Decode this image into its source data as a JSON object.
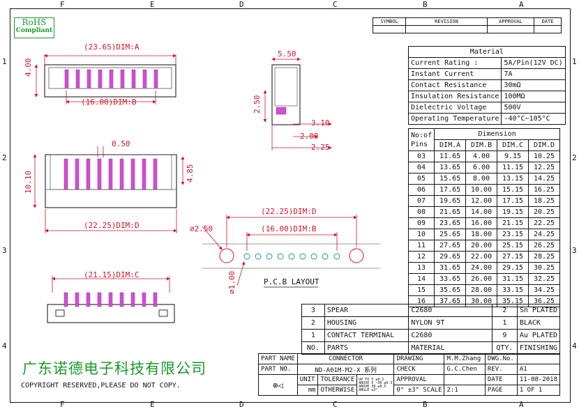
{
  "zones_top": [
    "F",
    "E",
    "D",
    "C",
    "B",
    "A"
  ],
  "zones_side": [
    "1",
    "2",
    "3",
    "4"
  ],
  "rohs": {
    "line1": "RoHS",
    "line2": "Compliant"
  },
  "revision_header": [
    "SYMBOL",
    "REVISION",
    "APPROVAL",
    "DATE"
  ],
  "dims": {
    "top_a": "(23.65)DIM:A",
    "top_b": "(16.00)DIM:B",
    "top_h": "4.00",
    "side_w": "5.50",
    "side_h": "2.50",
    "side_3": "3.10",
    "side_4": "2.00",
    "side_5": "2.25",
    "front_pin": "0.50",
    "front_h": "10.10",
    "front_r": "4.85",
    "front_d": "(22.25)DIM:D",
    "pcb_d": "(22.25)DIM:D",
    "pcb_b": "(16.00)DIM:B",
    "pcb_hole_big": "2.50",
    "pcb_hole_small": "1.00",
    "bottom_c": "(21.15)DIM:C",
    "pcb_layout": "P.C.B LAYOUT"
  },
  "material": {
    "title": "Material",
    "rows": [
      [
        "Current Rating  :",
        "5A/Pin(12V DC)"
      ],
      [
        "Instant Current",
        "7A"
      ],
      [
        "Contact Resistance",
        "30mΩ"
      ],
      [
        "Insulation Resistance",
        "100MΩ"
      ],
      [
        "Dielectric  Voltage",
        "500V"
      ],
      [
        "Operating Temperature",
        "-40°C~105°C"
      ]
    ]
  },
  "dimension": {
    "corner1": "No:of",
    "corner2": "Pins",
    "title": "Dimension",
    "cols": [
      "DIM.A",
      "DIM.B",
      "DIM.C",
      "DIM.D"
    ],
    "rows": [
      [
        "03",
        "11.65",
        "4.00",
        "9.15",
        "10.25"
      ],
      [
        "04",
        "13.65",
        "6.00",
        "11.15",
        "12.25"
      ],
      [
        "05",
        "15.65",
        "8.00",
        "13.15",
        "14.25"
      ],
      [
        "06",
        "17.65",
        "10.00",
        "15.15",
        "16.25"
      ],
      [
        "07",
        "19.65",
        "12.00",
        "17.15",
        "18.25"
      ],
      [
        "08",
        "21.65",
        "14.00",
        "19.15",
        "20.25"
      ],
      [
        "09",
        "23.65",
        "16.00",
        "21.15",
        "22.25"
      ],
      [
        "10",
        "25.65",
        "18.00",
        "23.15",
        "24.25"
      ],
      [
        "11",
        "27.65",
        "20.00",
        "25.15",
        "26.25"
      ],
      [
        "12",
        "29.65",
        "22.00",
        "27.15",
        "28.25"
      ],
      [
        "13",
        "31.65",
        "24.00",
        "29.15",
        "30.25"
      ],
      [
        "14",
        "33.65",
        "26.00",
        "31.15",
        "32.25"
      ],
      [
        "15",
        "35.65",
        "28.00",
        "33.15",
        "34.25"
      ],
      [
        "16",
        "37.65",
        "30.00",
        "35.15",
        "36.25"
      ]
    ]
  },
  "bom": {
    "rows": [
      [
        "3",
        "SPEAR",
        "C2680",
        "2",
        "Sn PLATED"
      ],
      [
        "2",
        "HOUSING",
        "NYLON 9T",
        "1",
        "BLACK"
      ],
      [
        "1",
        "CONTACT TERMINAL",
        "C2680",
        "9",
        "Au PLATED"
      ],
      [
        "NO.",
        "PARTS",
        "MATERIAL",
        "QTY.",
        "FINISHING"
      ]
    ]
  },
  "title_block": {
    "part_name_lbl": "PART NAME",
    "part_name": "CONNECTOR",
    "part_no_lbl": "PART NO.",
    "part_no": "ND-A01M-M2-X 系列",
    "drawing_lbl": "DRAWING",
    "drawing": "M.M.Zhang",
    "check_lbl": "CHECK",
    "check": "G.C.Chen",
    "approval_lbl": "APPROVAL",
    "approval": "",
    "dwg_lbl": "DWG.No.",
    "dwg": "",
    "rev_lbl": "REV.",
    "rev": "A1",
    "date_lbl": "DATE",
    "date": "11-08-2018",
    "page_lbl": "PAGE",
    "page": "1 OF 1",
    "scale_lbl": "SCALE",
    "scale": "2:1",
    "unit_lbl": "UNIT",
    "unit": "mm",
    "tolerance_lbl": "TOLERANCE",
    "otherwise_lbl": "OTHERWISE",
    "tol_l1": "UP TO 5",
    "tol_l2": "ABOVE 5 ~30",
    "tol_l3": "ABOVE 30",
    "tol_l4": "ANGLE",
    "tol_v1": "±0.2",
    "tol_v2": "±0.3",
    "tol_v3": "±0.5",
    "tol_v4": "±3°",
    "angle_lbl": "ANGLE",
    "angle": "0° ±3°"
  },
  "company": "广东诺德电子科技有限公司",
  "copyright": "COPYRIGHT RESERVED,PLEASE DO NOT COPY."
}
